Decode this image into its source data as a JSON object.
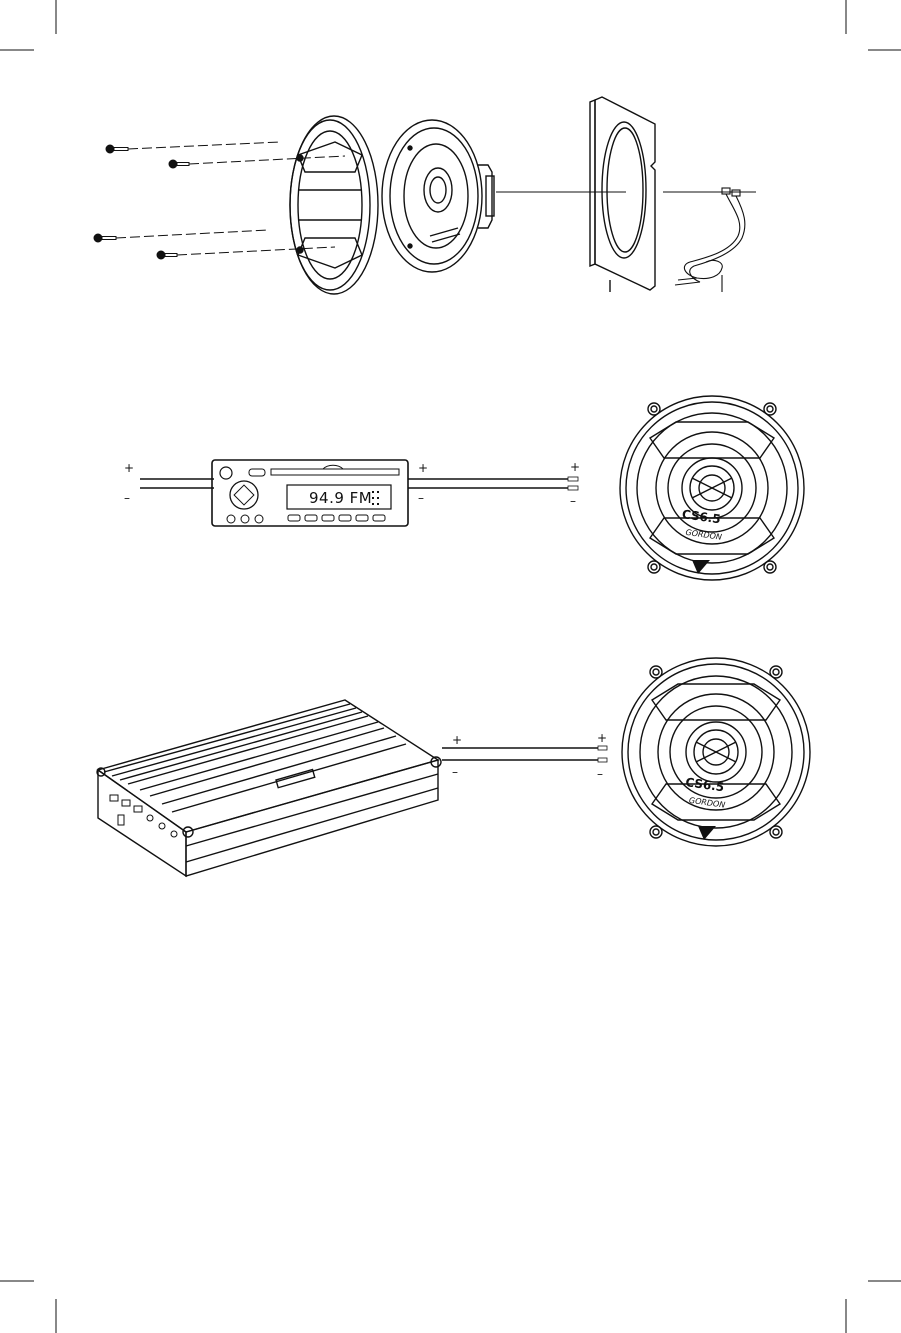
{
  "head_unit": {
    "display_text": "94.9 FM",
    "input_plus": "+",
    "input_minus": "–",
    "output_plus": "+",
    "output_minus": "–"
  },
  "speaker_terminals_1": {
    "plus": "+",
    "minus": "–"
  },
  "amplifier": {
    "output_plus": "+",
    "output_minus": "–"
  },
  "speaker_terminals_2": {
    "plus": "+",
    "minus": "–"
  },
  "speaker_brand": {
    "model": "CS6.5",
    "series": "GORDON"
  },
  "icons": [
    "screw-icon",
    "speaker-grille-icon",
    "coaxial-speaker-icon",
    "mounting-adapter-icon",
    "wire-harness-icon",
    "head-unit-icon",
    "amplifier-icon",
    "speaker-front-icon"
  ]
}
